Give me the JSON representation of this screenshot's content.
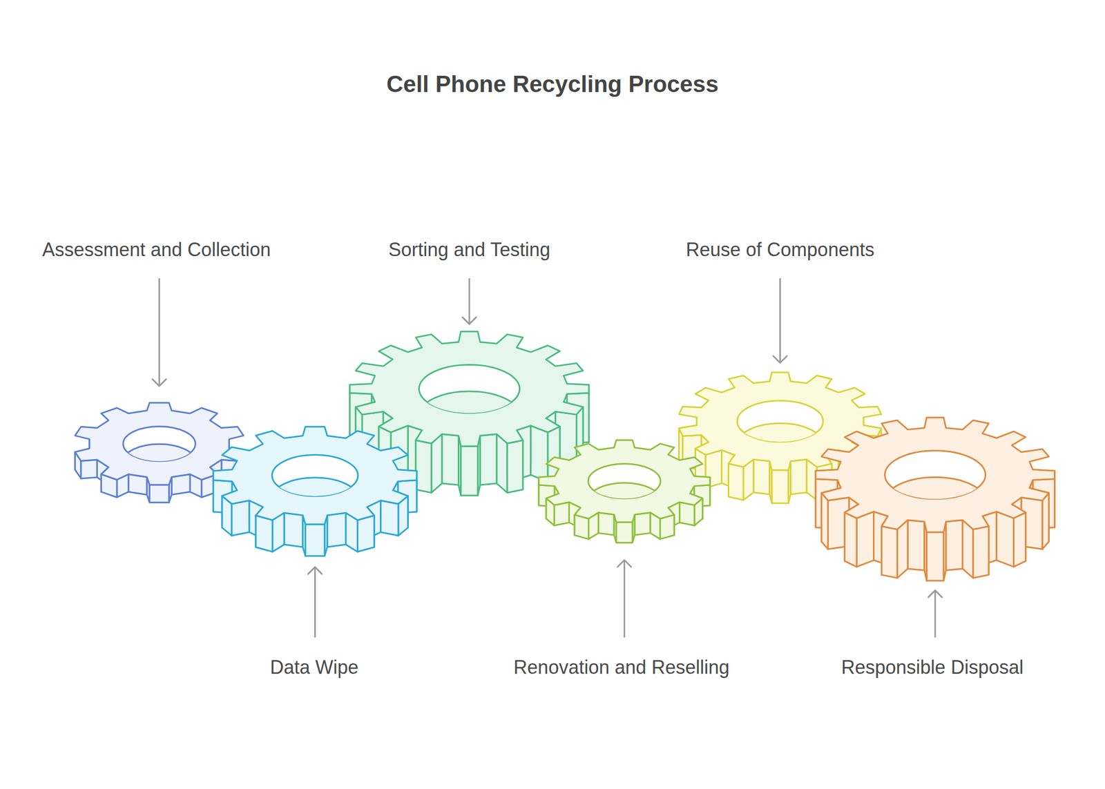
{
  "diagram": {
    "title": "Cell Phone Recycling Process",
    "nodes": [
      {
        "text": [
          "Assessment and Collection"
        ]
      },
      {
        "text": [
          "Data Wipe"
        ]
      },
      {
        "text": [
          "Sorting and Testing"
        ]
      },
      {
        "text": [
          "Renovation and Reselling"
        ]
      },
      {
        "text": [
          "Reuse of Components"
        ]
      },
      {
        "text": [
          "Responsible Disposal"
        ]
      }
    ]
  }
}
